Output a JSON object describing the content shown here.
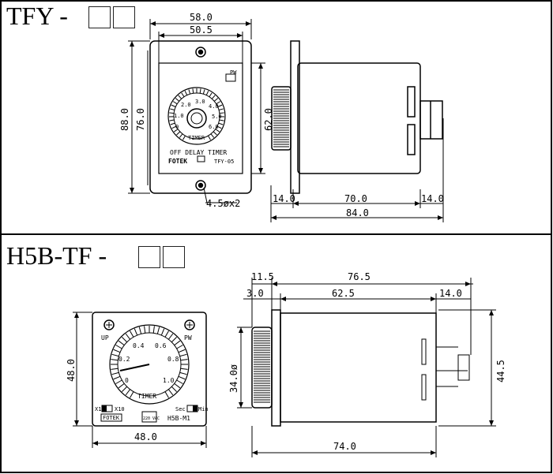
{
  "section_tfy": {
    "title": "TFY -",
    "front": {
      "pw_label": "PW",
      "dial_numbers": [
        "0",
        "1.0",
        "2.0",
        "3.0",
        "4.0",
        "5.0",
        "6.0"
      ],
      "dial_label": "TIMER",
      "caption": "OFF DELAY TIMER",
      "brand": "FOTEK",
      "model": "TFY-05"
    },
    "dims": {
      "w_outer": "58.0",
      "w_inner": "50.5",
      "h_outer": "88.0",
      "h_inner": "76.0",
      "h_side": "62.0",
      "hole": "4.5øx2",
      "side_left": "14.0",
      "side_mid": "70.0",
      "side_right": "14.0",
      "side_total": "84.0"
    }
  },
  "section_h5b": {
    "title": "H5B-TF -",
    "front": {
      "up_label": "UP",
      "pw_label": "PW",
      "dial_numbers": [
        "0",
        "0.2",
        "0.4",
        "0.6",
        "0.8",
        "1.0"
      ],
      "dial_label": "TIMER",
      "x1_label": "X1",
      "x10_label": "X10",
      "sec_label": "Sec",
      "min_label": "Min",
      "brand": "FOTEK",
      "voltage": "220 VAC",
      "model": "H5B-M1"
    },
    "dims": {
      "width": "48.0",
      "height": "48.0",
      "top_a": "11.5",
      "top_b": "76.5",
      "top_c": "3.0",
      "top_d": "62.5",
      "top_e": "14.0",
      "dia": "34.0ø",
      "height_right": "44.5",
      "bottom": "74.0"
    }
  }
}
